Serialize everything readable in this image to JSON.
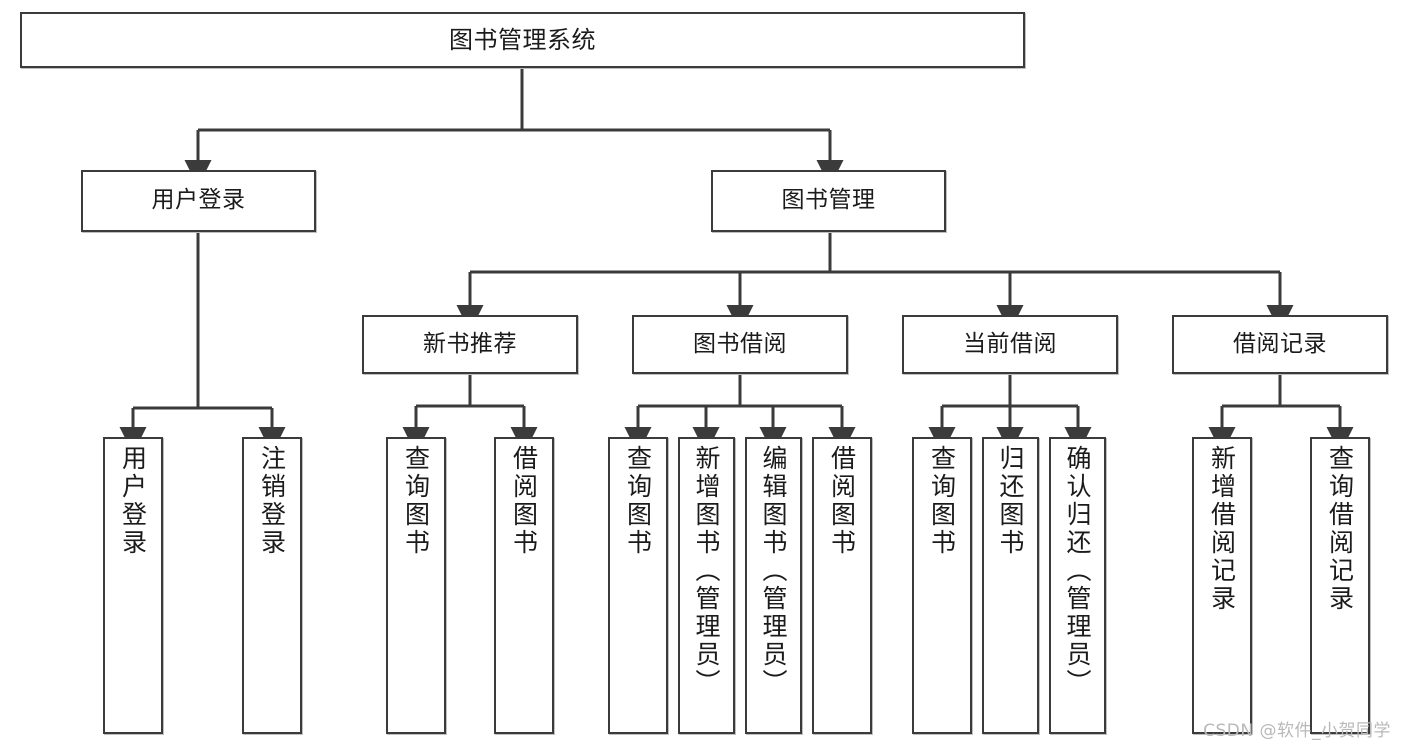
{
  "diagram": {
    "title": "图书管理系统",
    "type": "functional-structure-tree",
    "style": {
      "border_color": "#3b3b3b",
      "fill_color": "#ffffff",
      "text_color": "#1b1b1b",
      "watermark_color": "#b9b9b9"
    },
    "watermark": "CSDN @软件_小贺同学",
    "levels": {
      "level1": [
        {
          "id": "root",
          "label": "图书管理系统"
        }
      ],
      "level2": [
        {
          "id": "user-login",
          "label": "用户登录",
          "parent": "root"
        },
        {
          "id": "book-manage",
          "label": "图书管理",
          "parent": "root"
        }
      ],
      "level3": [
        {
          "id": "new-book-recommend",
          "label": "新书推荐",
          "parent": "book-manage"
        },
        {
          "id": "book-borrow",
          "label": "图书借阅",
          "parent": "book-manage"
        },
        {
          "id": "current-borrow",
          "label": "当前借阅",
          "parent": "book-manage"
        },
        {
          "id": "borrow-record",
          "label": "借阅记录",
          "parent": "book-manage"
        }
      ],
      "leaves": [
        {
          "id": "leaf-user-login",
          "label": "用户登录",
          "parent": "user-login"
        },
        {
          "id": "leaf-logout-login",
          "label": "注销登录",
          "parent": "user-login"
        },
        {
          "id": "leaf-query-book-1",
          "label": "查询图书",
          "parent": "new-book-recommend"
        },
        {
          "id": "leaf-borrow-book-1",
          "label": "借阅图书",
          "parent": "new-book-recommend"
        },
        {
          "id": "leaf-query-book-2",
          "label": "查询图书",
          "parent": "book-borrow"
        },
        {
          "id": "leaf-add-book",
          "label": "新增图书（管理员）",
          "parent": "book-borrow"
        },
        {
          "id": "leaf-edit-book",
          "label": "编辑图书（管理员）",
          "parent": "book-borrow"
        },
        {
          "id": "leaf-borrow-book-2",
          "label": "借阅图书",
          "parent": "book-borrow"
        },
        {
          "id": "leaf-query-book-3",
          "label": "查询图书",
          "parent": "current-borrow"
        },
        {
          "id": "leaf-return-book",
          "label": "归还图书",
          "parent": "current-borrow"
        },
        {
          "id": "leaf-confirm-return",
          "label": "确认归还（管理员）",
          "parent": "current-borrow"
        },
        {
          "id": "leaf-add-record",
          "label": "新增借阅记录",
          "parent": "borrow-record"
        },
        {
          "id": "leaf-query-record",
          "label": "查询借阅记录",
          "parent": "borrow-record"
        }
      ]
    }
  }
}
